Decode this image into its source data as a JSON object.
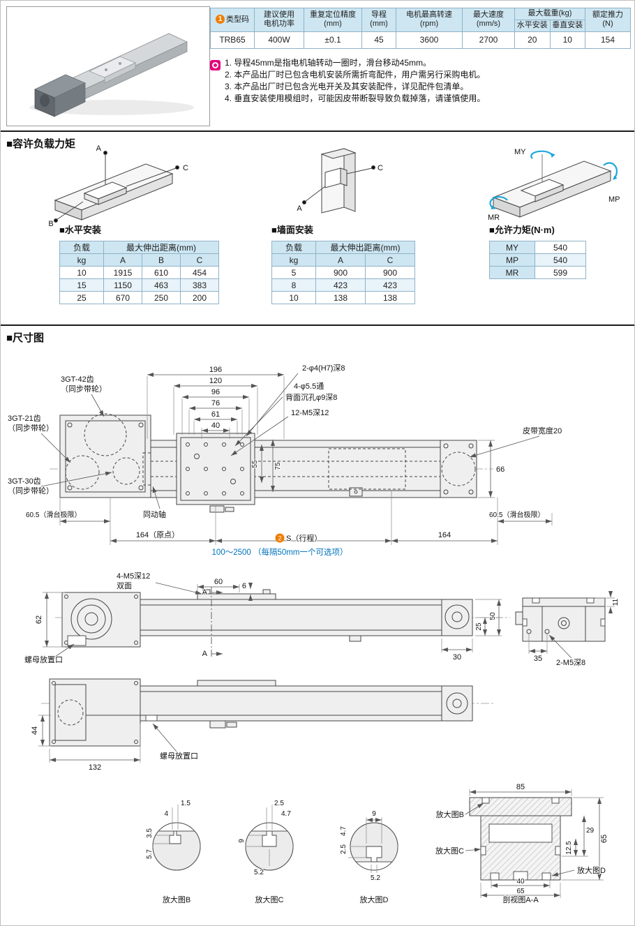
{
  "page": {
    "moment_title": "■容许负载力矩",
    "dim_title": "■尺寸图"
  },
  "spec": {
    "badge": "1",
    "headers": {
      "type_code": "类型码",
      "motor_power": "建议使用\n电机功率",
      "repeatability": "重复定位精度\n(mm)",
      "lead": "导程\n(mm)",
      "max_rpm": "电机最高转速\n(rpm)",
      "max_speed": "最大速度\n(mm/s)",
      "max_load": "最大载重(kg)",
      "horizontal": "水平安装",
      "vertical": "垂直安装",
      "thrust": "额定推力\n(N)"
    },
    "row": {
      "type_code": "TRB65",
      "motor_power": "400W",
      "repeatability": "±0.1",
      "lead": "45",
      "max_rpm": "3600",
      "max_speed": "2700",
      "horizontal": "20",
      "vertical": "10",
      "thrust": "154"
    }
  },
  "notes": [
    "1. 导程45mm是指电机轴转动一圈时，滑台移动45mm。",
    "2. 本产品出厂时已包含电机安装所需折弯配件，用户需另行采购电机。",
    "3. 本产品出厂时已包含光电开关及其安装配件，详见配件包清单。",
    "4. 垂直安装使用模组时，可能因皮带断裂导致负载掉落，请谨慎使用。"
  ],
  "load": {
    "horizontal": {
      "label": "■水平安装",
      "h_load": "负载",
      "h_unit": "kg",
      "h_dist": "最大伸出距离(mm)",
      "cols": [
        "A",
        "B",
        "C"
      ],
      "rows": [
        [
          "10",
          "1915",
          "610",
          "454"
        ],
        [
          "15",
          "1150",
          "463",
          "383"
        ],
        [
          "25",
          "670",
          "250",
          "200"
        ]
      ]
    },
    "wall": {
      "label": "■墙面安装",
      "h_load": "负载",
      "h_unit": "kg",
      "h_dist": "最大伸出距离(mm)",
      "cols": [
        "A",
        "C"
      ],
      "rows": [
        [
          "5",
          "900",
          "900"
        ],
        [
          "8",
          "423",
          "423"
        ],
        [
          "10",
          "138",
          "138"
        ]
      ]
    },
    "moment": {
      "label": "■允许力矩(N·m)",
      "rows": [
        [
          "MY",
          "540"
        ],
        [
          "MP",
          "540"
        ],
        [
          "MR",
          "599"
        ]
      ]
    }
  },
  "diag": {
    "A": "A",
    "B": "B",
    "C": "C",
    "MY": "MY",
    "MP": "MP",
    "MR": "MR"
  },
  "dwg": {
    "top": {
      "d196": "196",
      "d120": "120",
      "d96": "96",
      "d76": "76",
      "d61": "61",
      "d40": "40",
      "c_pin": "2-φ4(H7)深8",
      "c_hole1": "4-φ5.5通",
      "c_hole2": "背面沉孔φ9深8",
      "c_tap": "12-M5深12",
      "p42": "3GT-42齿",
      "p42b": "（同步带轮）",
      "p21": "3GT-21齿",
      "p21b": "（同步带轮）",
      "p30": "3GT-30齿",
      "p30b": "（同步带轮）",
      "coupling": "同动轴",
      "belt": "皮带宽度20",
      "d66": "66",
      "d55": "55",
      "d75": "75",
      "limL": "60.5（滑台极限）",
      "origin": "164（原点）",
      "badge": "2",
      "stroke": "S（行程）",
      "d164": "164",
      "limR": "60.5（滑台极限）",
      "range": "100～2500",
      "range_note": "（每隔50mm一个可选项）"
    },
    "side": {
      "tap": "4-M5深12",
      "both": "双面",
      "d60": "60",
      "d6": "6",
      "secA": "A",
      "d62": "62",
      "nut": "螺母放置口",
      "d30": "30",
      "d25": "25",
      "d50": "50"
    },
    "end": {
      "d11": "11",
      "d35": "35",
      "tap": "2-M5深8"
    },
    "bottom": {
      "d44": "44",
      "d132": "132",
      "nut": "螺母放置口"
    },
    "detailB": {
      "label": "放大图B",
      "d1": "1.5",
      "d2": "4",
      "d3": "3.5",
      "d4": "5.7"
    },
    "detailC": {
      "label": "放大图C",
      "d1": "2.5",
      "d2": "4.7",
      "d3": "9",
      "d4": "5.2"
    },
    "detailD": {
      "label": "放大图D",
      "d1": "9",
      "d2": "4.7",
      "d3": "2.5",
      "d4": "5.2"
    },
    "section": {
      "label": "剖视图A-A",
      "d85": "85",
      "d65r": "65",
      "d29": "29",
      "d125": "12.5",
      "d40": "40",
      "d65b": "65",
      "refB": "放大图B",
      "refC": "放大图C",
      "refD": "放大图D"
    }
  }
}
